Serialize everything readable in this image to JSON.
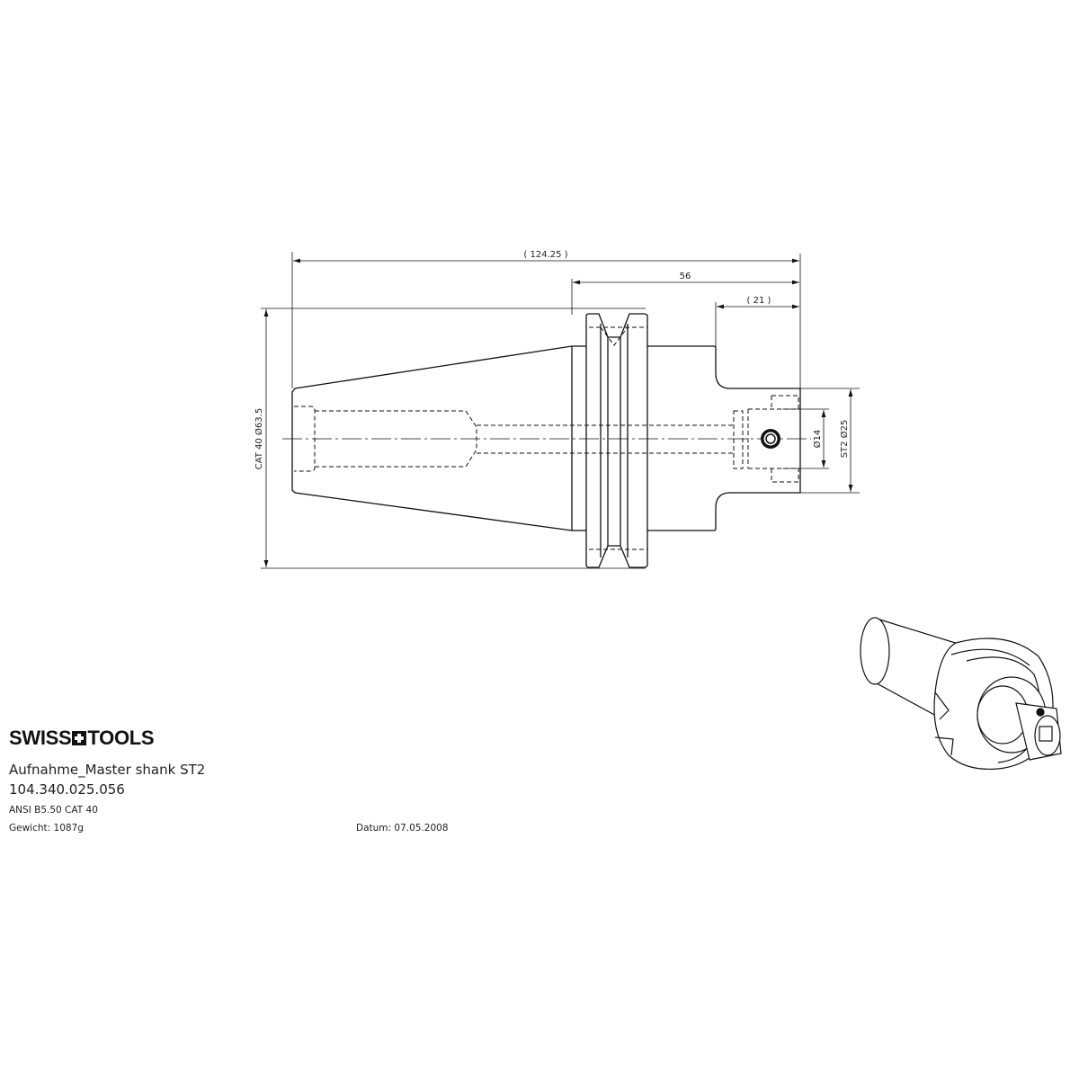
{
  "drawing": {
    "dimensions": {
      "overall_length": "( 124.25 )",
      "flange_to_end": "56",
      "neck_length": "( 21 )",
      "taper_diameter": "CAT 40  Ø63.5",
      "bore_diameter": "Ø14",
      "shank_diameter": "ST2  Ø25"
    }
  },
  "title_block": {
    "brand": [
      "SWISS",
      "TOOLS"
    ],
    "title": "Aufnahme_Master shank ST2",
    "part_number": "104.340.025.056",
    "standard": "ANSI B5.50 CAT 40",
    "weight": "Gewicht: 1087g",
    "date": "Datum: 07.05.2008"
  }
}
